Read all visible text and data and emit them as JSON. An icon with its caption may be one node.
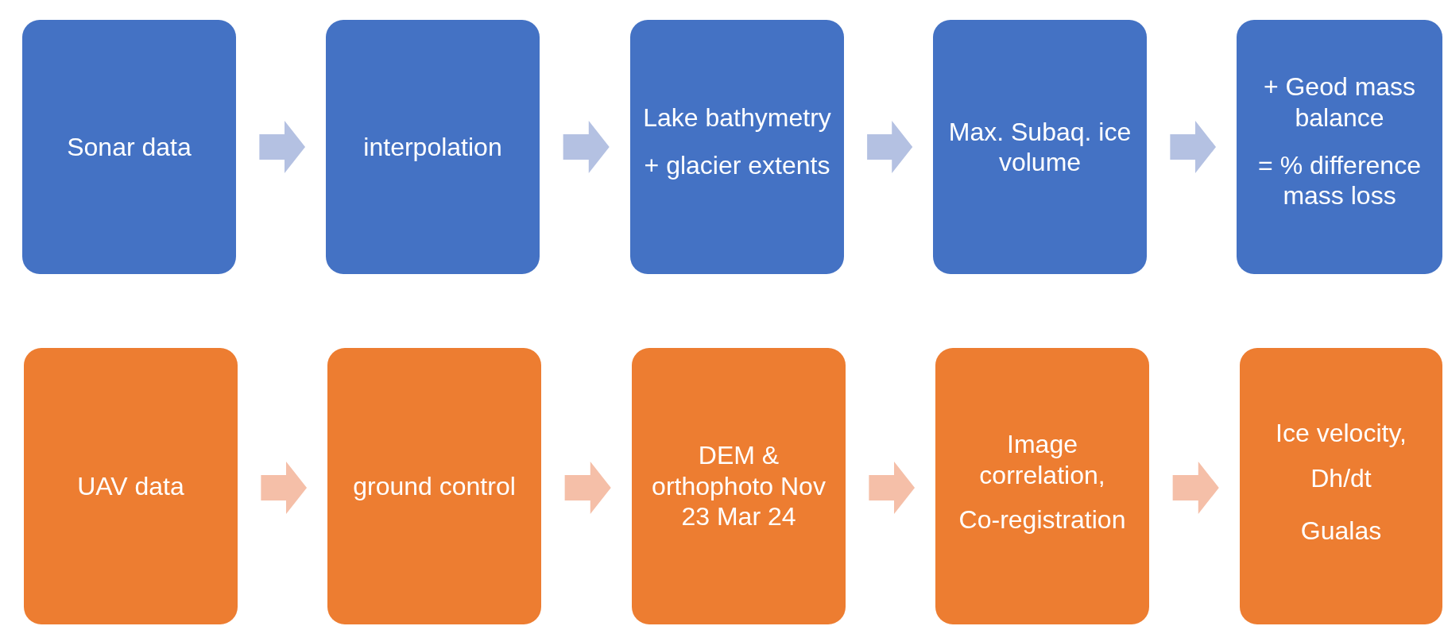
{
  "diagram": {
    "nodes": [
      {
        "text": [
          "Sonar data"
        ]
      },
      {
        "text": [
          "interpolation"
        ]
      },
      {
        "text": [
          "Lake bathymetry",
          "+ glacier extents"
        ]
      },
      {
        "text": [
          "Max. Subaq. ice volume"
        ]
      },
      {
        "text": [
          "+ Geod mass balance",
          "= % difference mass loss"
        ]
      },
      {
        "text": [
          "UAV data"
        ]
      },
      {
        "text": [
          "ground control"
        ]
      },
      {
        "text": [
          "DEM & orthophoto Nov 23 Mar 24"
        ]
      },
      {
        "text": [
          "Image correlation,",
          "Co-registration"
        ]
      },
      {
        "text": [
          "Ice velocity,",
          "Dh/dt",
          "Gualas"
        ]
      }
    ],
    "edges": [
      {
        "from": 0,
        "to": 1,
        "arrow": "to",
        "color": "#b4c1e2"
      },
      {
        "from": 1,
        "to": 2,
        "arrow": "to",
        "color": "#b4c1e2"
      },
      {
        "from": 2,
        "to": 3,
        "arrow": "to",
        "color": "#b4c1e2"
      },
      {
        "from": 3,
        "to": 4,
        "arrow": "to",
        "color": "#b4c1e2"
      },
      {
        "from": 5,
        "to": 6,
        "arrow": "to",
        "color": "#f5bfa8"
      },
      {
        "from": 6,
        "to": 7,
        "arrow": "to",
        "color": "#f5bfa8"
      },
      {
        "from": 7,
        "to": 8,
        "arrow": "to",
        "color": "#f5bfa8"
      },
      {
        "from": 8,
        "to": 9,
        "arrow": "to",
        "color": "#f5bfa8"
      }
    ]
  }
}
